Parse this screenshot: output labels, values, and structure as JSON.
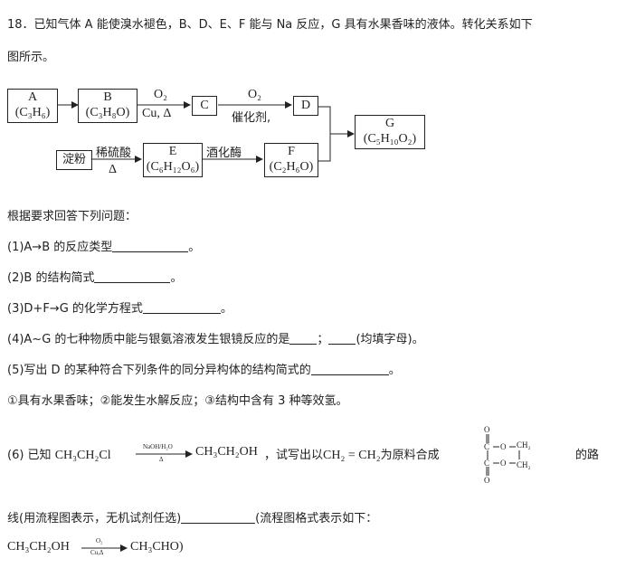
{
  "question": {
    "line1": "18．已知气体 A 能使溴水褪色，B、D、E、F 能与 Na 反应，G 具有水果香味的液体。转化关系如下",
    "line2": "图所示。"
  },
  "flowchart": {
    "A_label": "A",
    "A_formula": "(C₃H₆)",
    "B_label": "B",
    "B_formula": "(C₃H₈O)",
    "C_label": "C",
    "D_label": "D",
    "E_label": "E",
    "E_formula": "(C₆H₁₂O₆)",
    "F_label": "F",
    "F_formula": "(C₂H₆O)",
    "G_label": "G",
    "G_formula": "(C₅H₁₀O₂)",
    "starch": "淀粉",
    "bc_top": "O₂",
    "bc_bottom": "Cu, Δ",
    "cd_top": "O₂",
    "cd_bottom": "催化剂,",
    "se_top": "稀硫酸",
    "se_bottom": "Δ",
    "ef_top": "酒化酶"
  },
  "prompt": "根据要求回答下列问题：",
  "q1": "(1)A→B 的反应类型",
  "q1_end": "。",
  "q2": "(2)B 的结构简式",
  "q2_end": "。",
  "q3": "(3)D+F→G 的化学方程式",
  "q3_end": "。",
  "q4_a": "(4)A~G 的七种物质中能与银氨溶液发生银镜反应的是",
  "q4_b": "；",
  "q4_c": "(均填字母)。",
  "q5": "(5)写出 D 的某种符合下列条件的同分异构体的结构简式的",
  "q5_end": "。",
  "conditions": "①具有水果香味；②能发生水解反应；③结构中含有 3 种等效氢。",
  "q6": {
    "prefix": "(6) 已知",
    "reactant": "CH₃CH₂Cl",
    "arrow_top": "NaOH/H₂O",
    "arrow_bottom": "Δ",
    "product": "CH₃CH₂OH",
    "mid": "，试写出以",
    "start": "CH₂ = CH₂",
    "synth": "为原料合成",
    "end": "的路",
    "line2": "线(用流程图表示，无机试剂任选)",
    "line2_end": "(流程图格式表示如下：",
    "ex_reactant": "CH₃CH₂OH",
    "ex_top": "O₂",
    "ex_bottom": "Cu,Δ",
    "ex_product": "CH₃CHO",
    "ex_close": ")"
  },
  "ester": {
    "o_top": "O",
    "o_bot": "O",
    "c1": "C",
    "c2": "C",
    "o1": "O",
    "o2": "O",
    "ch2a": "CH₂",
    "ch2b": "CH₂"
  }
}
